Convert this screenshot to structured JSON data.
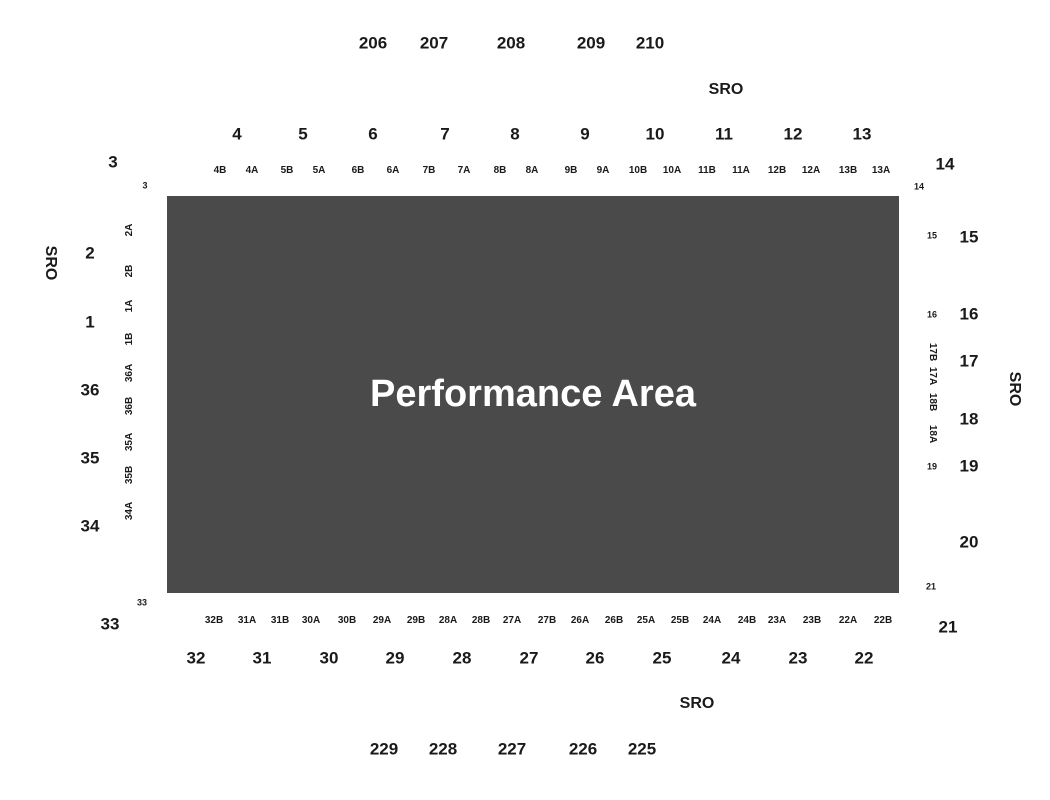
{
  "performance_area": {
    "label": "Performance Area"
  },
  "sro_labels": [
    "SRO",
    "SRO",
    "SRO",
    "SRO"
  ],
  "upper_top_sections": [
    "206",
    "207",
    "208",
    "209",
    "210"
  ],
  "upper_bottom_sections": [
    "229",
    "228",
    "227",
    "226",
    "225"
  ],
  "top_sections": [
    "4",
    "5",
    "6",
    "7",
    "8",
    "9",
    "10",
    "11",
    "12",
    "13"
  ],
  "top_subsections": [
    "4B",
    "4A",
    "5B",
    "5A",
    "6B",
    "6A",
    "7B",
    "7A",
    "8B",
    "8A",
    "9B",
    "9A",
    "10B",
    "10A",
    "11B",
    "11A",
    "12B",
    "12A",
    "13B",
    "13A"
  ],
  "bottom_sections": [
    "32",
    "31",
    "30",
    "29",
    "28",
    "27",
    "26",
    "25",
    "24",
    "23",
    "22"
  ],
  "bottom_subsections": [
    "32B",
    "31A",
    "31B",
    "30A",
    "30B",
    "29A",
    "29B",
    "28A",
    "28B",
    "27A",
    "27B",
    "26A",
    "26B",
    "25A",
    "25B",
    "24A",
    "24B",
    "23A",
    "23B",
    "22A",
    "22B"
  ],
  "left_sections": [
    "2",
    "1",
    "36",
    "35",
    "34"
  ],
  "left_subsections": [
    "2A",
    "2B",
    "1A",
    "1B",
    "36A",
    "36B",
    "35A",
    "35B",
    "34A"
  ],
  "right_sections": [
    "15",
    "16",
    "17",
    "18",
    "19",
    "20"
  ],
  "right_subsections_small": [
    "15",
    "16",
    "19"
  ],
  "right_subsections_vertical": [
    "17B",
    "17A",
    "18B",
    "18A"
  ],
  "corners": {
    "top_left_big": "3",
    "top_left_small": "3",
    "top_right_big": "14",
    "top_right_small": "14",
    "bottom_left_big": "33",
    "bottom_left_small": "33",
    "bottom_right_big": "21",
    "bottom_right_small": "21"
  }
}
